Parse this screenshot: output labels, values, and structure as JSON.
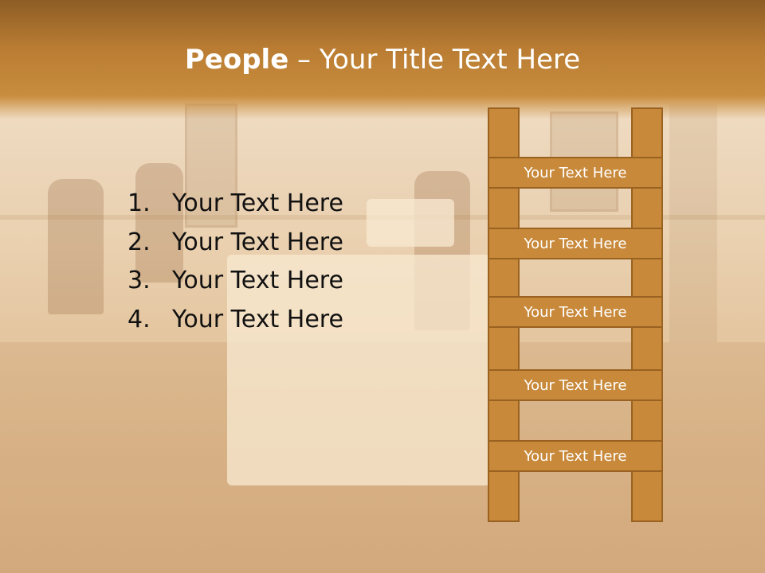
{
  "slide": {
    "title_bold": "People",
    "title_rest": " – Your Title Text Here",
    "list_items": [
      {
        "number": "1.",
        "text": "Your Text Here"
      },
      {
        "number": "2.",
        "text": "Your Text Here"
      },
      {
        "number": "3.",
        "text": "Your Text Here"
      },
      {
        "number": "4.",
        "text": "Your Text Here"
      }
    ],
    "ladder_rungs": [
      "Your Text Here",
      "Your Text Here",
      "Your Text Here",
      "Your Text Here",
      "Your Text Here"
    ]
  },
  "colors": {
    "title_band": "#b97c32",
    "ladder_fill": "#c8893a",
    "ladder_border": "#9a6220",
    "title_text": "#ffffff",
    "body_text": "#111111"
  }
}
